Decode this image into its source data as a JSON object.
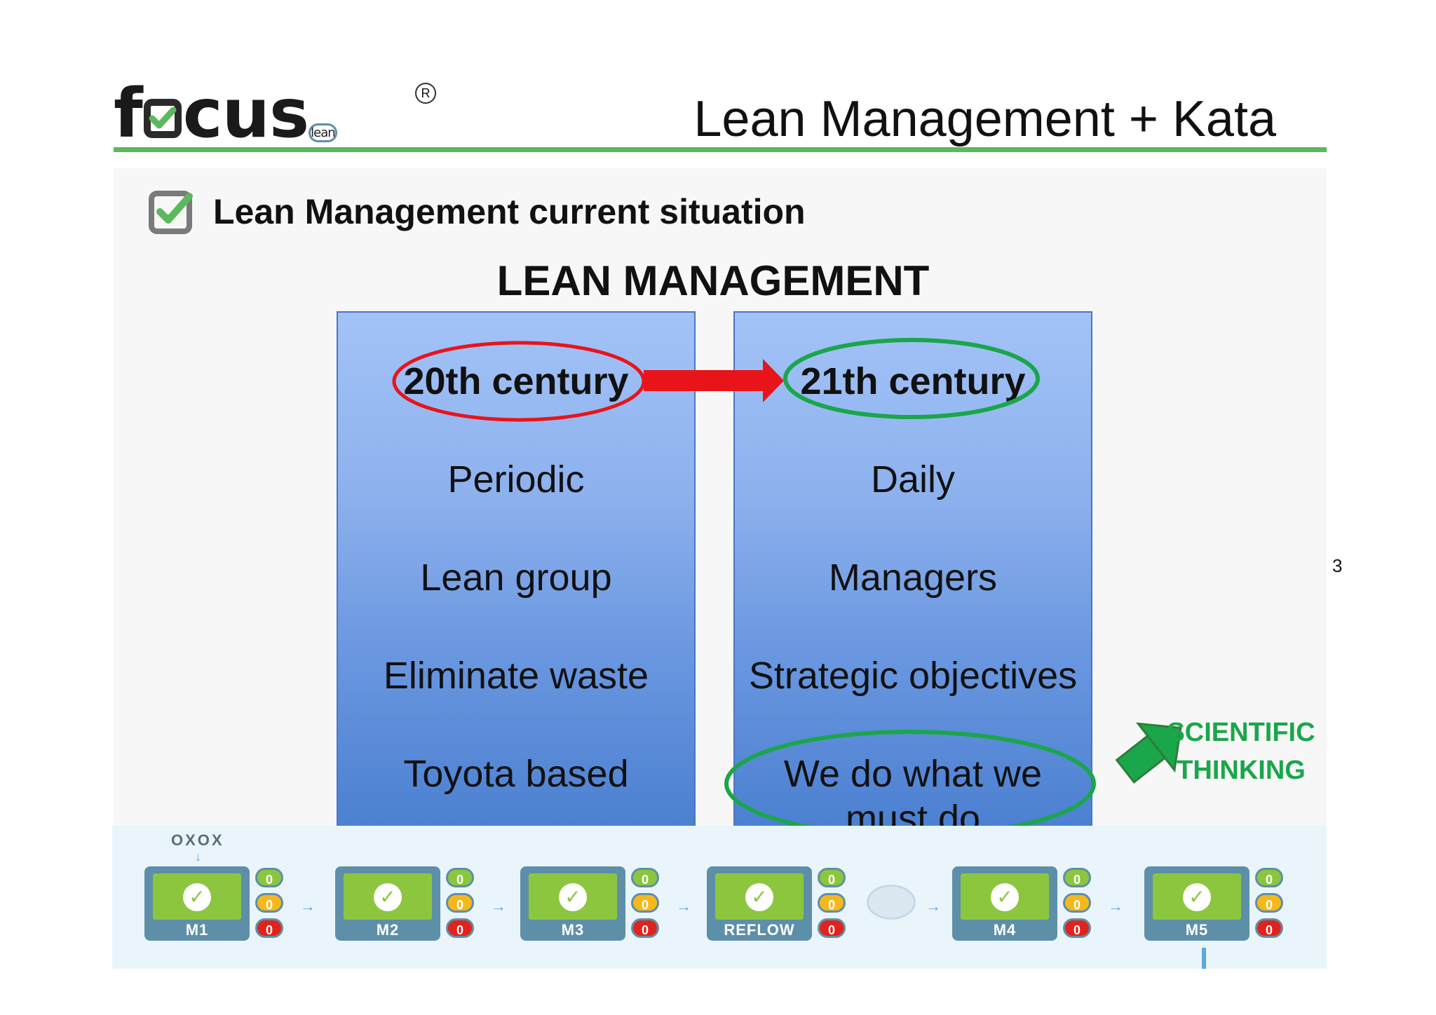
{
  "header": {
    "logo_text_bold": "f",
    "logo_text_bold2": "cus",
    "logo_text_light": "lean",
    "registered_mark": "R",
    "title": "Lean Management + Kata"
  },
  "section": {
    "subtitle": "Lean Management current situation",
    "main_title": "LEAN MANAGEMENT"
  },
  "left_column": {
    "header": "20th century",
    "items": [
      "Periodic",
      "Lean group",
      "Eliminate waste",
      "Toyota based"
    ]
  },
  "right_column": {
    "header": "21th century",
    "items": [
      "Daily",
      "Managers",
      "Strategic  objectives"
    ],
    "last_item_line1": "We  do what we",
    "last_item_line2": "must do"
  },
  "callout": {
    "line1": "SCIENTIFIC",
    "line2": "THINKING"
  },
  "page_number": "3",
  "production_line": {
    "source_label": "OXOX",
    "machines": [
      {
        "label": "M1",
        "counts": [
          "0",
          "0",
          "0"
        ]
      },
      {
        "label": "M2",
        "counts": [
          "0",
          "0",
          "0"
        ]
      },
      {
        "label": "M3",
        "counts": [
          "0",
          "0",
          "0"
        ]
      },
      {
        "label": "REFLOW",
        "counts": [
          "0",
          "0",
          "0"
        ]
      },
      {
        "label": "M4",
        "counts": [
          "0",
          "0",
          "0"
        ]
      },
      {
        "label": "M5",
        "counts": [
          "0",
          "0",
          "0"
        ]
      }
    ]
  },
  "colors": {
    "brand_green": "#5cb85c",
    "arrow_red": "#e8141a",
    "ellipse_green": "#1aa64a",
    "column_blue": "#6a97e0"
  }
}
